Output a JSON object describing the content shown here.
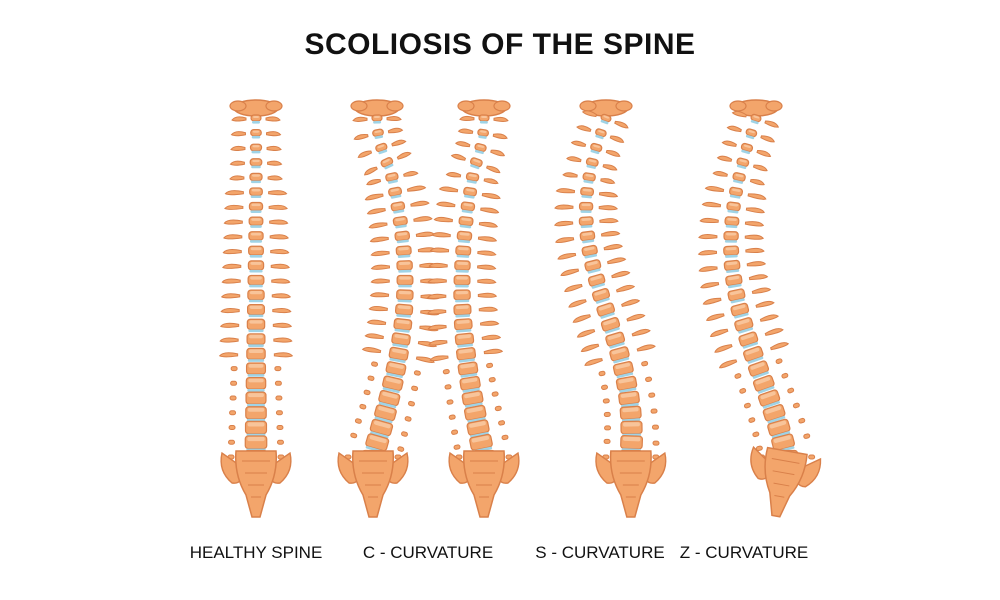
{
  "title": "SCOLIOSIS OF THE SPINE",
  "colors": {
    "bone": "#f3a56b",
    "bone_dark": "#d9804a",
    "bone_light": "#f8c49a",
    "disc": "#9fd3e6",
    "text": "#111111"
  },
  "spines": [
    {
      "id": "healthy",
      "label": "HEALTHY SPINE",
      "curve": "none",
      "tilt": 0
    },
    {
      "id": "c1",
      "label": "C - CURVATURE",
      "curve": "c",
      "tilt": 0
    },
    {
      "id": "c2",
      "label": "",
      "curve": "c-mirror",
      "tilt": 0
    },
    {
      "id": "s",
      "label": "S - CURVATURE",
      "curve": "s",
      "tilt": 0
    },
    {
      "id": "z",
      "label": "Z - CURVATURE",
      "curve": "z",
      "tilt": 1
    }
  ]
}
